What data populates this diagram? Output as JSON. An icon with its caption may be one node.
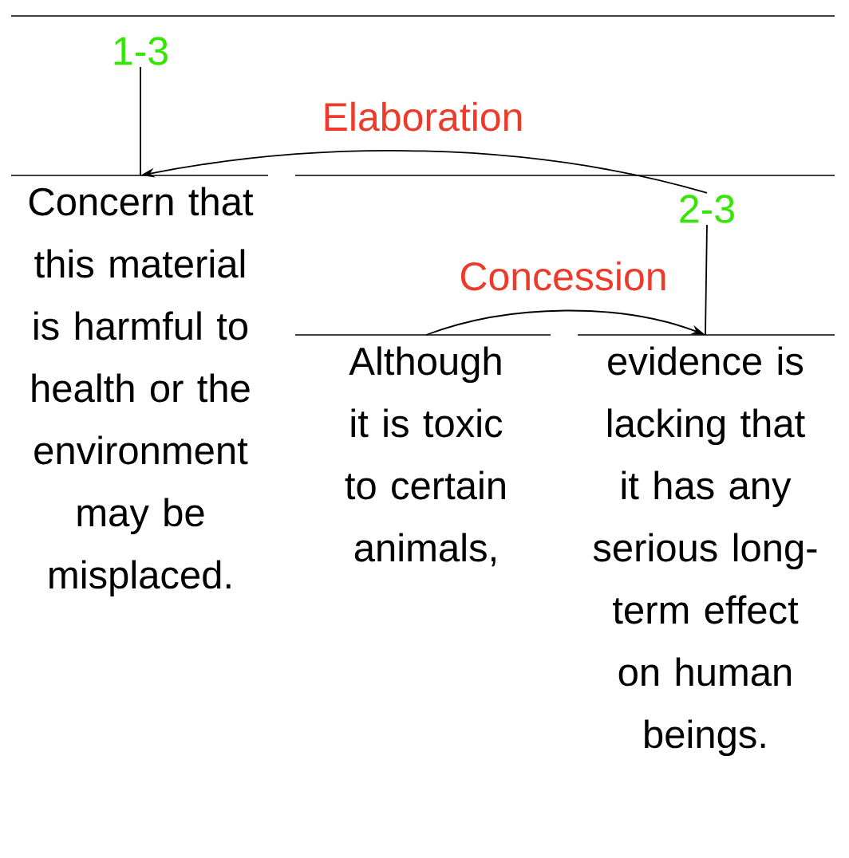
{
  "diagram": {
    "nodes": [
      {
        "text": [
          "1-3"
        ]
      },
      {
        "text": [
          "Concern that this material is harmful to health or the environment may be misplaced."
        ]
      },
      {
        "text": [
          "2-3"
        ]
      },
      {
        "text": [
          "Although it is toxic to certain animals,"
        ]
      },
      {
        "text": [
          "evidence is lacking that it has any serious long-term effect on human beings."
        ]
      }
    ],
    "edges": [
      {
        "from": 0,
        "to": 1,
        "arrow": "none"
      },
      {
        "from": 2,
        "to": 1,
        "arrow": "to",
        "label": "Elaboration"
      },
      {
        "from": 2,
        "to": 4,
        "arrow": "none"
      },
      {
        "from": 3,
        "to": 4,
        "arrow": "to",
        "label": "Concession"
      }
    ]
  }
}
